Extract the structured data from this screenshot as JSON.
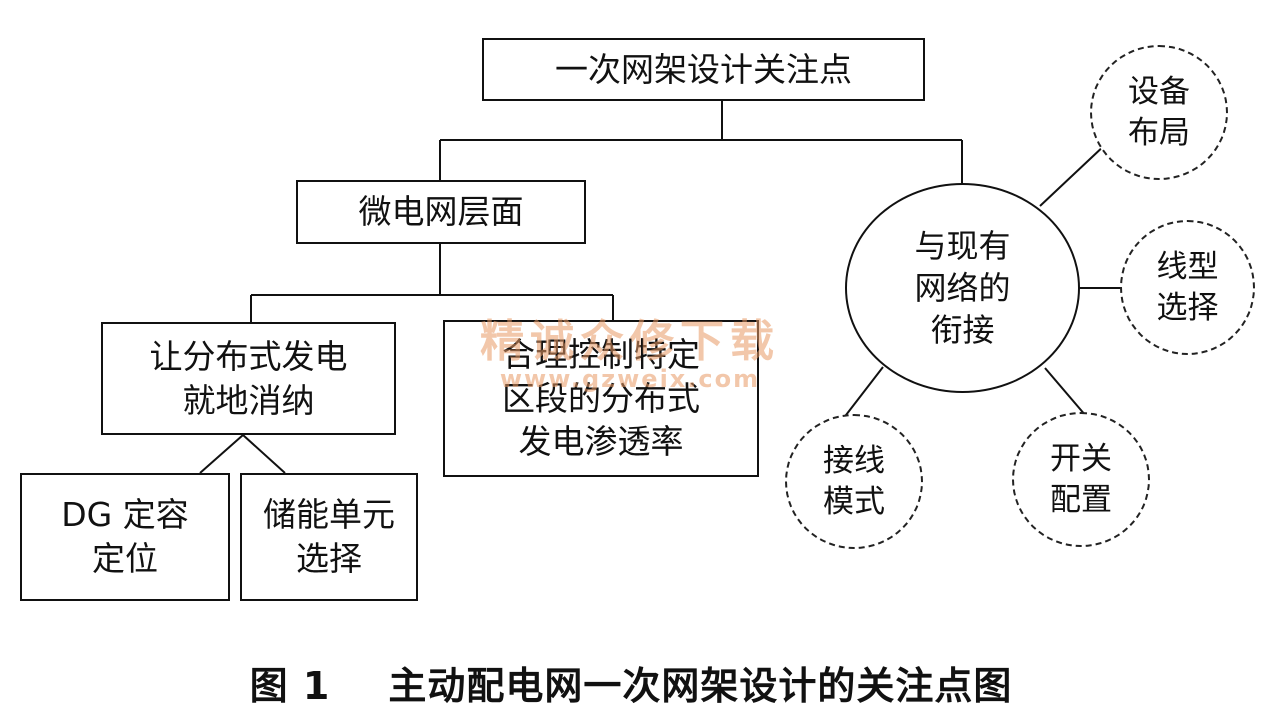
{
  "diagram": {
    "root": "一次网架设计关注点",
    "microgrid": {
      "title": "微电网层面",
      "left_child": [
        "让分布式发电",
        "就地消纳"
      ],
      "right_child": [
        "合理控制特定",
        "区段的分布式",
        "发电渗透率"
      ],
      "leaf_a": [
        "DG 定容",
        "定位"
      ],
      "leaf_b": [
        "储能单元",
        "选择"
      ]
    },
    "network": {
      "center": [
        "与现有",
        "网络的",
        "衔接"
      ],
      "satellites": [
        [
          "设备",
          "布局"
        ],
        [
          "线型",
          "选择"
        ],
        [
          "接线",
          "模式"
        ],
        [
          "开关",
          "配置"
        ]
      ]
    }
  },
  "caption": {
    "number": "图 1",
    "text": "主动配电网一次网架设计的关注点图"
  },
  "watermark": {
    "line1": "精诚众修下载",
    "line2": "www.gzweix.com"
  }
}
